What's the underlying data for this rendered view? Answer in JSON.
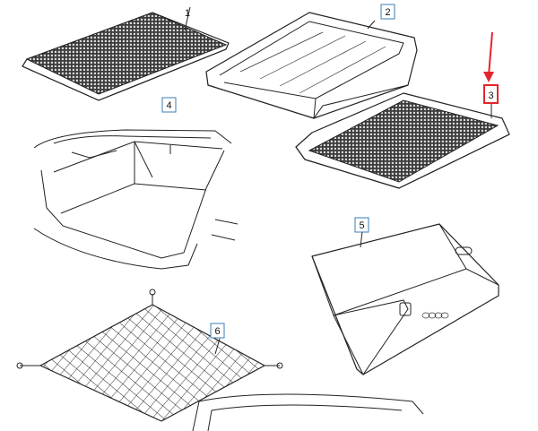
{
  "parts": [
    {
      "number": "1",
      "boxed": false
    },
    {
      "number": "2",
      "boxed": true
    },
    {
      "number": "3",
      "boxed": true,
      "highlighted": true
    },
    {
      "number": "4",
      "boxed": true
    },
    {
      "number": "5",
      "boxed": true
    },
    {
      "number": "6",
      "boxed": true
    }
  ],
  "colors": {
    "highlight": "#e3262d",
    "callout_box": "#3a7db5",
    "line": "#222222"
  }
}
